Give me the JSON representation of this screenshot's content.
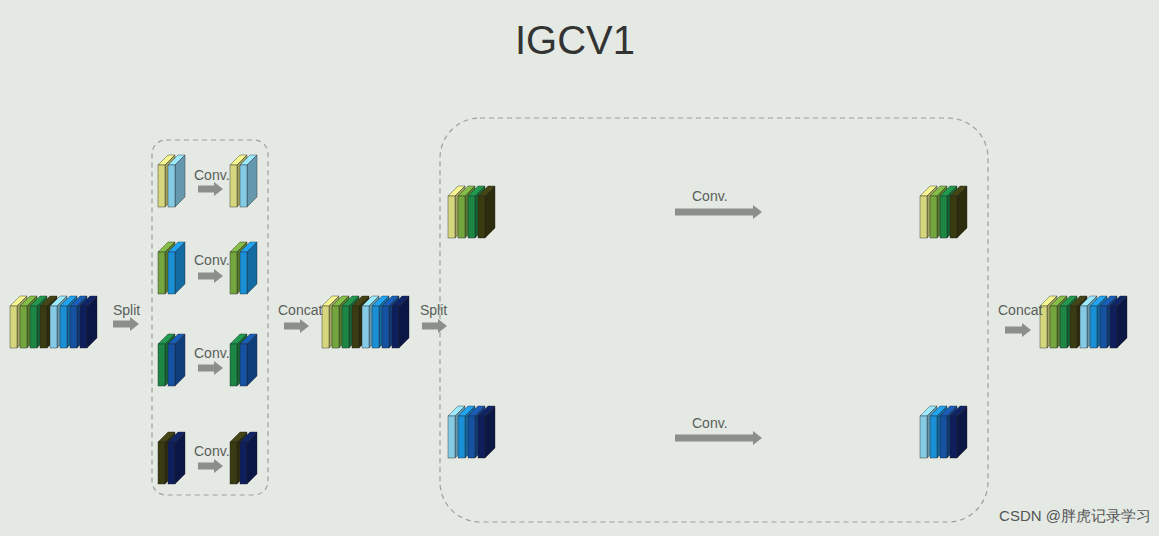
{
  "diagram": {
    "title": "IGCV1",
    "labels": [
      "Split",
      "Conv.",
      "Conv.",
      "Conv.",
      "Conv.",
      "Concat",
      "Split",
      "Conv.",
      "Conv.",
      "Concat",
      "CSDN @胖虎记录学习"
    ]
  }
}
